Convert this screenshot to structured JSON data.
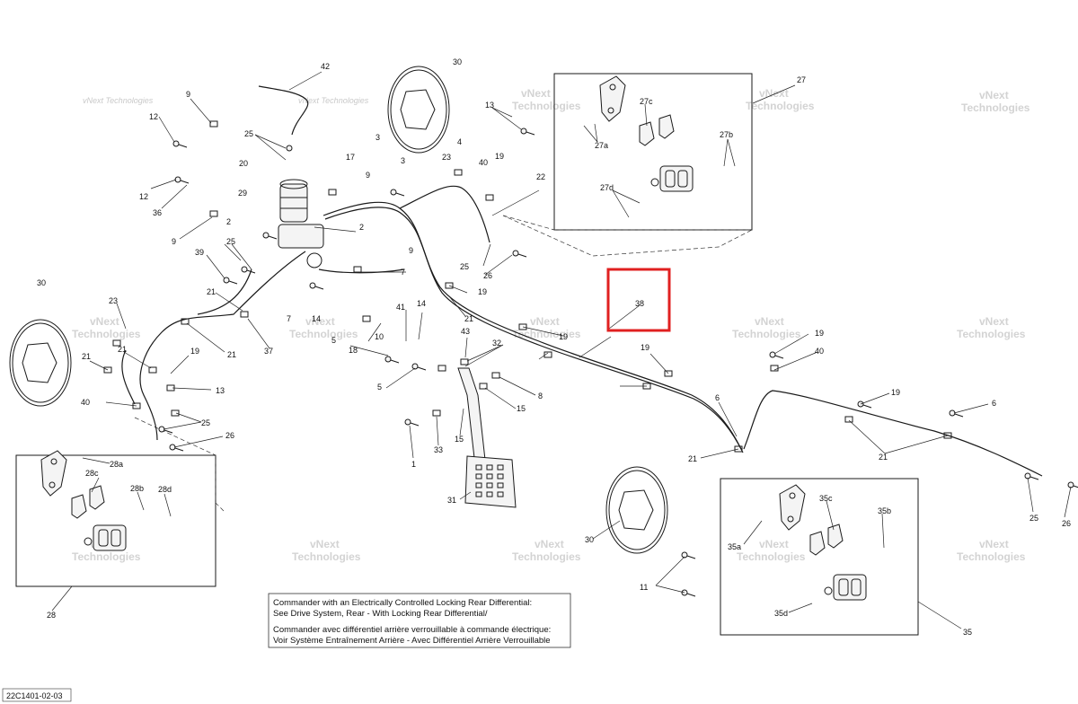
{
  "diagram": {
    "reference_code": "22C1401-02-03",
    "watermark_line1": "vNext",
    "watermark_line2": "Technologies",
    "watermark_text": "vNext Technologies",
    "highlight_color": "#e02020",
    "note": {
      "line1": "Commander with an Electrically Controlled Locking Rear Differential:",
      "line2": "See Drive System, Rear - With Locking Rear Differential/",
      "line3": "Commander avec différentiel arrière verrouillable à commande électrique:",
      "line4": "Voir Système Entraînement Arrière - Avec Différentiel Arrière Verrouillable"
    },
    "labels": {
      "l42": "42",
      "l30a": "30",
      "l27": "27",
      "l9a": "9",
      "l12a": "12",
      "l25a": "25",
      "l3a": "3",
      "l13a": "13",
      "l4": "4",
      "l27c": "27c",
      "l20": "20",
      "l17": "17",
      "l40a": "40",
      "l19a": "19",
      "l27a": "27a",
      "l27b": "27b",
      "l9b": "9",
      "l3b": "3",
      "l23a": "23",
      "l12b": "12",
      "l29": "29",
      "l22": "22",
      "l27d": "27d",
      "l36": "36",
      "l2a": "2",
      "l2b": "2",
      "l9c": "9",
      "l9d": "9",
      "l39": "39",
      "l25b": "25",
      "l25c": "25",
      "l26a": "26",
      "l7a": "7",
      "l19b": "19",
      "l30b": "30",
      "l21a": "21",
      "l7b": "7",
      "l23b": "23",
      "l14a": "14",
      "l41": "41",
      "l14b": "14",
      "l38": "38",
      "l5a": "5",
      "l10": "10",
      "l21b": "21",
      "l19c": "19",
      "l37": "37",
      "l18": "18",
      "l43": "43",
      "l32": "32",
      "l21c": "21",
      "l19d": "19",
      "l19e": "19",
      "l21d": "21",
      "l40b": "40",
      "l21e": "21",
      "l19f": "19",
      "l13b": "13",
      "l5b": "5",
      "l8": "8",
      "l40c": "40",
      "l6a": "6",
      "l15a": "15",
      "l19g": "19",
      "l25d": "25",
      "l6b": "6",
      "l26b": "26",
      "l1": "1",
      "l33": "33",
      "l15b": "15",
      "l21f": "21",
      "l21g": "21",
      "l28a": "28a",
      "l28c": "28c",
      "l28b": "28b",
      "l28d": "28d",
      "l31": "31",
      "l30c": "30",
      "l35c": "35c",
      "l35b": "35b",
      "l35a": "35a",
      "l25e": "25",
      "l26c": "26",
      "l11": "11",
      "l35d": "35d",
      "l28": "28",
      "l35": "35"
    }
  }
}
